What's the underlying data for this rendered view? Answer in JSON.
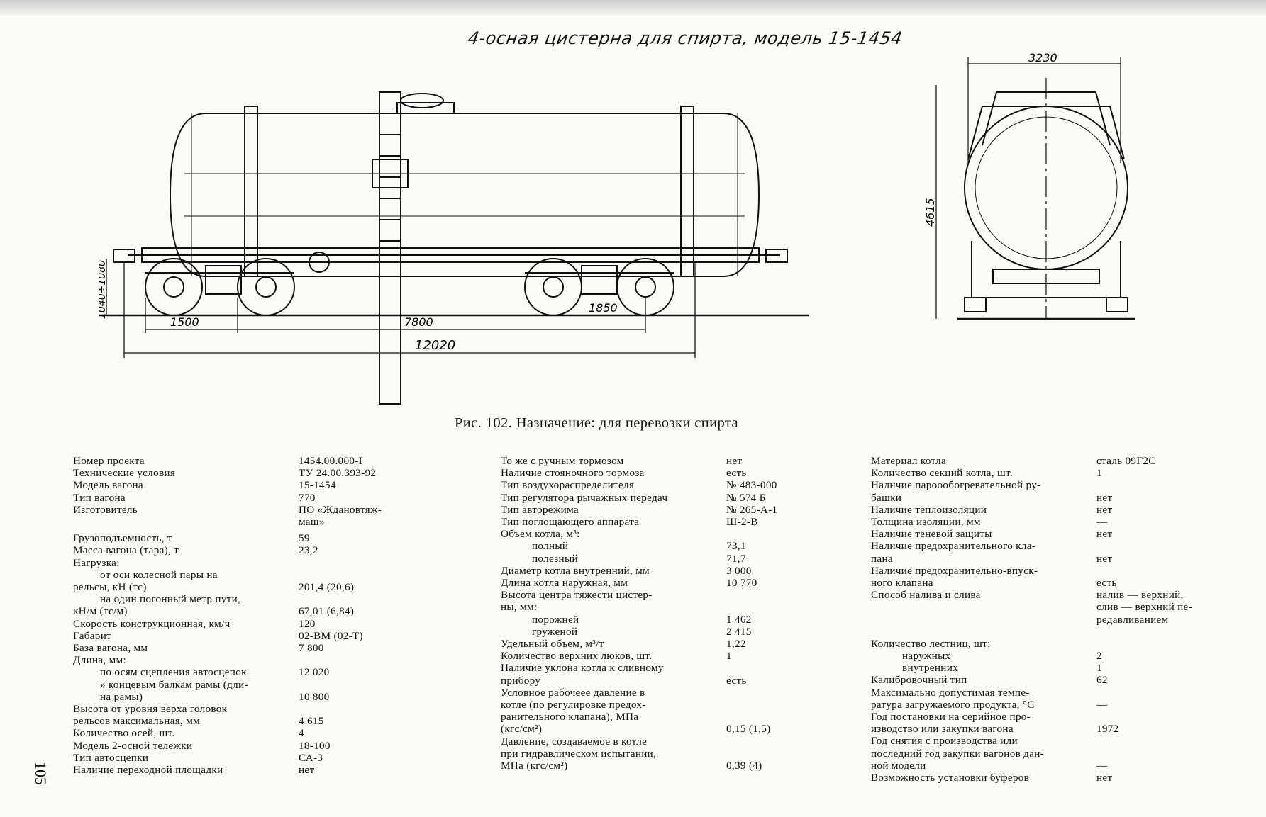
{
  "drawing": {
    "title": "4-осная цистерна для спирта, модель 15-1454",
    "dims": {
      "d1500": "1500",
      "d7800": "7800",
      "d1850": "1850",
      "d12020": "12020",
      "height_range": "1040÷1080",
      "width_end": "3230",
      "height_end": "4615"
    }
  },
  "caption": "Рис. 102. Назначение: для перевозки спирта",
  "page_number": "105",
  "spec_columns": [
    [
      {
        "label": "Номер проекта",
        "value": "1454.00.000-I"
      },
      {
        "label": "Технические условия",
        "value": "ТУ 24.00.393-92"
      },
      {
        "label": "Модель вагона",
        "value": "15-1454"
      },
      {
        "label": "Тип вагона",
        "value": "770"
      },
      {
        "label": "Изготовитель",
        "value": "ПО «Ждановтяж-"
      },
      {
        "label": "",
        "value": "маш»"
      },
      {
        "label": "Грузоподъемность, т",
        "value": "59"
      },
      {
        "label": "Масса вагона (тара), т",
        "value": "23,2"
      },
      {
        "label": "Нагрузка:",
        "value": ""
      },
      {
        "label": "от оси колесной пары на",
        "value": ""
      },
      {
        "label": "рельсы, кН (тс)",
        "value": "201,4 (20,6)"
      },
      {
        "label": "на один погонный метр пути,",
        "value": ""
      },
      {
        "label": "кН/м (тс/м)",
        "value": "67,01 (6,84)"
      },
      {
        "label": "Скорость конструкционная, км/ч",
        "value": "120"
      },
      {
        "label": "Габарит",
        "value": "02-ВМ (02-Т)"
      },
      {
        "label": "База вагона, мм",
        "value": "7 800"
      },
      {
        "label": "Длина, мм:",
        "value": ""
      },
      {
        "label": "по осям сцепления автосцепок",
        "value": "12 020"
      },
      {
        "label": "» концевым балкам рамы (дли-",
        "value": ""
      },
      {
        "label": "на рамы)",
        "value": "10 800"
      },
      {
        "label": "Высота от уровня верха головок",
        "value": ""
      },
      {
        "label": "рельсов максимальная, мм",
        "value": "4 615"
      },
      {
        "label": "Количество осей, шт.",
        "value": "4"
      },
      {
        "label": "Модель 2-осной тележки",
        "value": "18-100"
      },
      {
        "label": "Тип автосцепки",
        "value": "СА-3"
      },
      {
        "label": "Наличие переходной площадки",
        "value": "нет"
      }
    ],
    [
      {
        "label": "То же с ручным тормозом",
        "value": "нет"
      },
      {
        "label": "Наличие стояночного тормоза",
        "value": "есть"
      },
      {
        "label": "Тип воздухораспределителя",
        "value": "№ 483-000"
      },
      {
        "label": "Тип регулятора рычажных передач",
        "value": "№ 574 Б"
      },
      {
        "label": "Тип авторежима",
        "value": "№ 265-А-1"
      },
      {
        "label": "Тип поглощающего аппарата",
        "value": "Ш-2-В"
      },
      {
        "label": "Объем котла, м³:",
        "value": ""
      },
      {
        "label": "полный",
        "value": "73,1"
      },
      {
        "label": "полезный",
        "value": "71,7"
      },
      {
        "label": "Диаметр котла внутренний, мм",
        "value": "3 000"
      },
      {
        "label": "Длина котла наружная, мм",
        "value": "10 770"
      },
      {
        "label": "Высота центра тяжести цистер-",
        "value": ""
      },
      {
        "label": "ны, мм:",
        "value": ""
      },
      {
        "label": "порожней",
        "value": "1 462"
      },
      {
        "label": "груженой",
        "value": "2 415"
      },
      {
        "label": "Удельный объем, м³/т",
        "value": "1,22"
      },
      {
        "label": "Количество верхних люков, шт.",
        "value": "1"
      },
      {
        "label": "Наличие уклона котла к сливному",
        "value": ""
      },
      {
        "label": "прибору",
        "value": "есть"
      },
      {
        "label": "Условное рабочеее давление в",
        "value": ""
      },
      {
        "label": "котле (по регулировке предох-",
        "value": ""
      },
      {
        "label": "ранительного клапана), МПа",
        "value": ""
      },
      {
        "label": "(кгс/см²)",
        "value": "0,15 (1,5)"
      },
      {
        "label": "Давление, создаваемое в котле",
        "value": ""
      },
      {
        "label": "при гидравлическом испытании,",
        "value": ""
      },
      {
        "label": "МПа (кгс/см²)",
        "value": "0,39 (4)"
      }
    ],
    [
      {
        "label": "Материал котла",
        "value": "сталь 09Г2С"
      },
      {
        "label": "Количество секций котла, шт.",
        "value": "1"
      },
      {
        "label": "Наличие пароообогревательной ру-",
        "value": ""
      },
      {
        "label": "башки",
        "value": "нет"
      },
      {
        "label": "Наличие теплоизоляции",
        "value": "нет"
      },
      {
        "label": "Толщина изоляции, мм",
        "value": "—"
      },
      {
        "label": "Наличие теневой защиты",
        "value": "нет"
      },
      {
        "label": "Наличие предохранительного кла-",
        "value": ""
      },
      {
        "label": "пана",
        "value": "нет"
      },
      {
        "label": "Наличие предохранительно-впуск-",
        "value": ""
      },
      {
        "label": "ного клапана",
        "value": "есть"
      },
      {
        "label": "Способ налива и слива",
        "value": "налив — верхний,"
      },
      {
        "label": "",
        "value": "слив — верхний пе-"
      },
      {
        "label": "",
        "value": "редавливанием"
      },
      {
        "label": "",
        "value": ""
      },
      {
        "label": "Количество лестниц, шт:",
        "value": ""
      },
      {
        "label": "наружных",
        "value": "2"
      },
      {
        "label": "внутренних",
        "value": "1"
      },
      {
        "label": "Калибровочный тип",
        "value": "62"
      },
      {
        "label": "Максимально допустимая темпе-",
        "value": ""
      },
      {
        "label": "ратура загружаемого продукта, °С",
        "value": "—"
      },
      {
        "label": "Год постановки на серийное про-",
        "value": ""
      },
      {
        "label": "изводство или закупки вагона",
        "value": "1972"
      },
      {
        "label": "Год снятия с производства или",
        "value": ""
      },
      {
        "label": "последний год закупки вагонов дан-",
        "value": ""
      },
      {
        "label": "ной модели",
        "value": "—"
      },
      {
        "label": "Возможность установки буферов",
        "value": "нет"
      }
    ]
  ]
}
